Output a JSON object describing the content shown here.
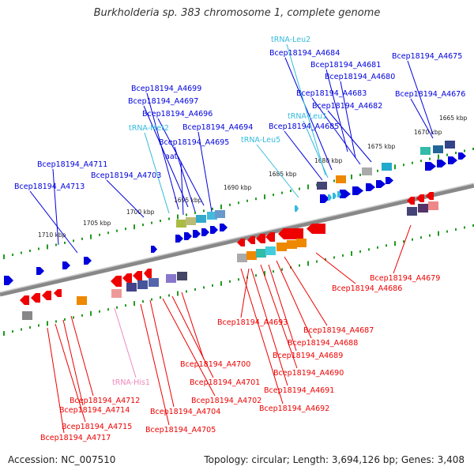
{
  "title": "Burkholderia sp. 383 chromosome 1, complete genome",
  "footer": {
    "accession": "Accession: NC_007510",
    "stats": "Topology: circular; Length: 3,694,126 bp; Genes: 3,408"
  },
  "colors": {
    "top_strand_gene": "#0000dd",
    "bottom_strand_gene": "#ee0000",
    "trna_label": "#33bbdd",
    "trna_his_label": "#ee88bb",
    "backbone": "#888888",
    "tick": "#229922"
  },
  "kbp_markers": [
    "1665 kbp",
    "1670 kbp",
    "1675 kbp",
    "1680 kbp",
    "1685 kbp",
    "1690 kbp",
    "1695 kbp",
    "1700 kbp",
    "1705 kbp",
    "1710 kbp"
  ],
  "top_labels": [
    "Bcep18194_A4675",
    "Bcep18194_A4676",
    "Bcep18194_A4680",
    "Bcep18194_A4681",
    "Bcep18194_A4684",
    "tRNA-Leu2",
    "Bcep18194_A4683",
    "Bcep18194_A4682",
    "tRNA-Leu1",
    "Bcep18194_A4685",
    "tRNA-Leu5",
    "Bcep18194_A4699",
    "Bcep18194_A4697",
    "Bcep18194_A4696",
    "tRNA-Met2",
    "Bcep18194_A4694",
    "Bcep18194_A4695",
    "aat",
    "Bcep18194_A4703",
    "Bcep18194_A4711",
    "Bcep18194_A4713"
  ],
  "bottom_labels": [
    "Bcep18194_A4679",
    "Bcep18194_A4686",
    "Bcep18194_A4693",
    "Bcep18194_A4687",
    "Bcep18194_A4688",
    "Bcep18194_A4689",
    "Bcep18194_A4690",
    "Bcep18194_A4691",
    "Bcep18194_A4692",
    "Bcep18194_A4700",
    "Bcep18194_A4701",
    "Bcep18194_A4702",
    "Bcep18194_A4704",
    "Bcep18194_A4705",
    "tRNA-His1",
    "Bcep18194_A4712",
    "Bcep18194_A4714",
    "Bcep18194_A4715",
    "Bcep18194_A4717"
  ]
}
